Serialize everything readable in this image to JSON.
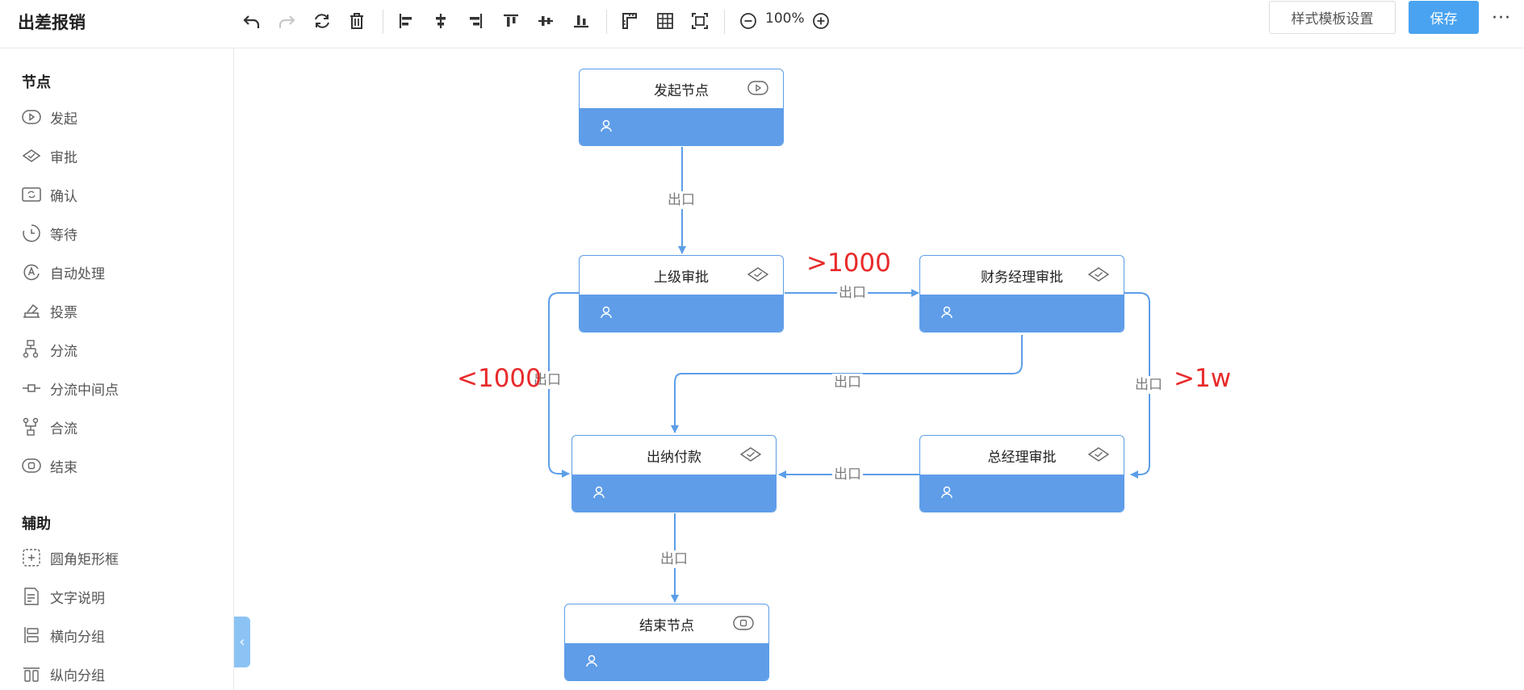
{
  "app": {
    "title": "出差报销"
  },
  "toolbar": {
    "icons": [
      "undo-icon",
      "redo-icon",
      "refresh-icon",
      "delete-icon",
      "align-left-icon",
      "align-center-icon",
      "align-right-icon",
      "align-top-icon",
      "align-middle-icon",
      "align-bottom-icon",
      "ruler-icon",
      "grid-icon",
      "fit-view-icon",
      "zoom-out-icon",
      "zoom-in-icon"
    ],
    "zoom": "100%",
    "template_label": "样式模板设置",
    "save_label": "保存",
    "more_label": "···"
  },
  "sidebar": {
    "nodes_title": "节点",
    "node_items": [
      {
        "label": "发起",
        "icon": "play-circle-icon"
      },
      {
        "label": "审批",
        "icon": "approve-icon"
      },
      {
        "label": "确认",
        "icon": "confirm-icon"
      },
      {
        "label": "等待",
        "icon": "clock-icon"
      },
      {
        "label": "自动处理",
        "icon": "auto-process-icon"
      },
      {
        "label": "投票",
        "icon": "vote-icon"
      },
      {
        "label": "分流",
        "icon": "split-icon"
      },
      {
        "label": "分流中间点",
        "icon": "split-midpoint-icon"
      },
      {
        "label": "合流",
        "icon": "merge-icon"
      },
      {
        "label": "结束",
        "icon": "end-icon"
      }
    ],
    "aux_title": "辅助",
    "aux_items": [
      {
        "label": "圆角矩形框",
        "icon": "rounded-rect-icon"
      },
      {
        "label": "文字说明",
        "icon": "text-note-icon"
      },
      {
        "label": "横向分组",
        "icon": "horizontal-group-icon"
      },
      {
        "label": "纵向分组",
        "icon": "vertical-group-icon"
      }
    ]
  },
  "flow": {
    "nodes": {
      "start": {
        "title": "发起节点",
        "type_icon": "play-circle-icon"
      },
      "superior": {
        "title": "上级审批",
        "type_icon": "approve-icon"
      },
      "finance": {
        "title": "财务经理审批",
        "type_icon": "approve-icon"
      },
      "cashier": {
        "title": "出纳付款",
        "type_icon": "approve-icon"
      },
      "gm": {
        "title": "总经理审批",
        "type_icon": "approve-icon"
      },
      "end": {
        "title": "结束节点",
        "type_icon": "end-icon"
      }
    },
    "edge_label": "出口",
    "annotations": {
      "over_1000": ">1000",
      "under_1000": "<1000",
      "over_1w": ">1w"
    },
    "colors": {
      "edge": "#5c9ee8",
      "node_body": "#5f9de9",
      "annotation": "#e82a2a",
      "save": "#4aa3f0"
    }
  }
}
